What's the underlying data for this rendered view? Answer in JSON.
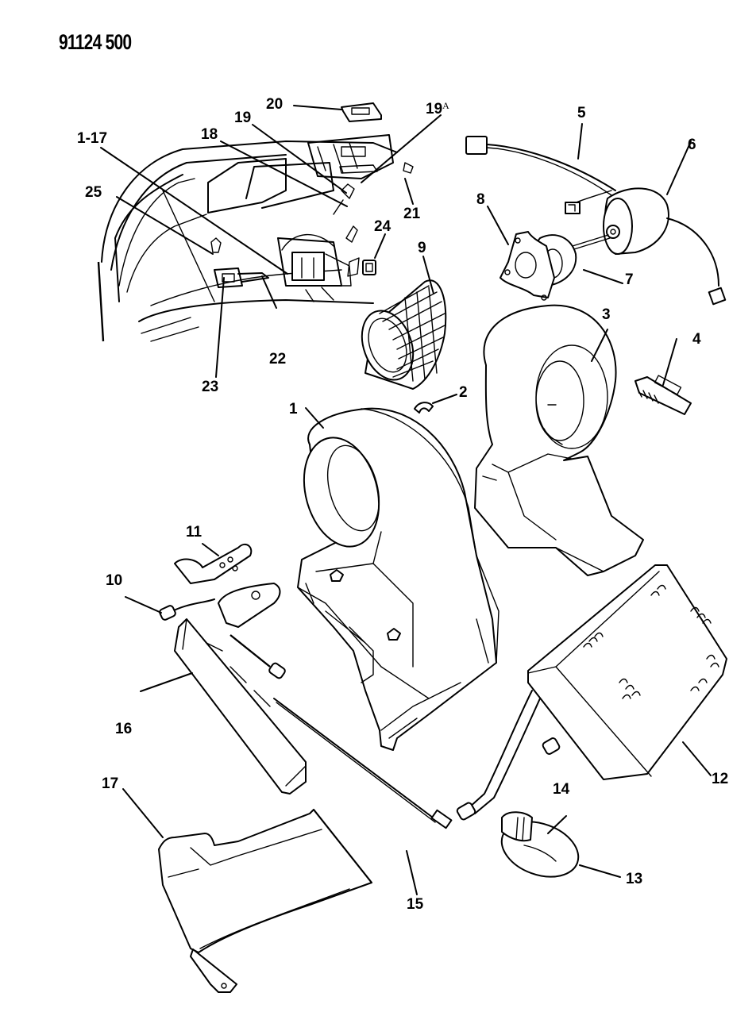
{
  "document": {
    "id": "91124 500",
    "type": "exploded parts diagram",
    "subject": "heater / blower housing assembly"
  },
  "callouts": [
    {
      "label": "1-17",
      "part": "vehicle-location-overview"
    },
    {
      "label": "18",
      "part": "part-18"
    },
    {
      "label": "19",
      "part": "part-19"
    },
    {
      "label": "19",
      "suffix": "A",
      "part": "part-19a"
    },
    {
      "label": "20",
      "part": "part-20"
    },
    {
      "label": "21",
      "part": "part-21"
    },
    {
      "label": "22",
      "part": "part-22"
    },
    {
      "label": "23",
      "part": "part-23"
    },
    {
      "label": "24",
      "part": "part-24"
    },
    {
      "label": "25",
      "part": "part-25"
    },
    {
      "label": "1",
      "part": "blower-housing"
    },
    {
      "label": "2",
      "part": "clip"
    },
    {
      "label": "3",
      "part": "blower-housing-cover"
    },
    {
      "label": "4",
      "part": "resistor-block"
    },
    {
      "label": "5",
      "part": "wiring-harness"
    },
    {
      "label": "6",
      "part": "blower-motor"
    },
    {
      "label": "7",
      "part": "gasket"
    },
    {
      "label": "8",
      "part": "mounting-plate"
    },
    {
      "label": "9",
      "part": "blower-wheel"
    },
    {
      "label": "10",
      "part": "heater-tube"
    },
    {
      "label": "11",
      "part": "tube-seal-plate"
    },
    {
      "label": "12",
      "part": "heater-core"
    },
    {
      "label": "13",
      "part": "hose"
    },
    {
      "label": "14",
      "part": "hose-clamp"
    },
    {
      "label": "15",
      "part": "control-cable"
    },
    {
      "label": "16",
      "part": "water-valve-assembly"
    },
    {
      "label": "17",
      "part": "air-duct"
    }
  ]
}
